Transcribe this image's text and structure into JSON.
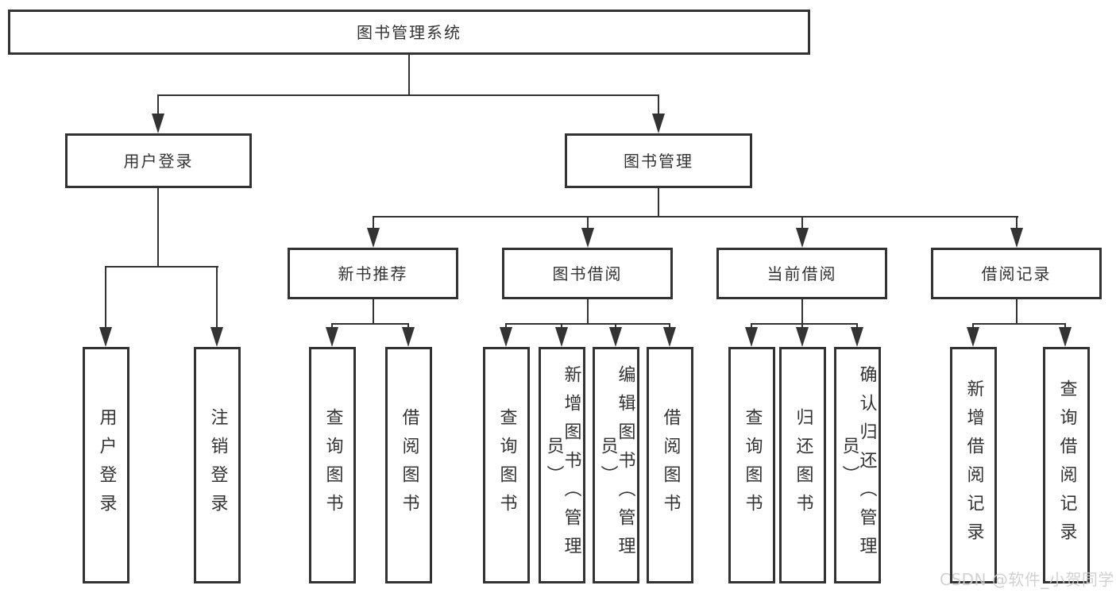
{
  "tree": {
    "root": {
      "label": "图书管理系统"
    },
    "branches": [
      {
        "label": "用户登录",
        "children": [
          "用户登录",
          "注销登录"
        ]
      },
      {
        "label": "图书管理",
        "groups": [
          {
            "label": "新书推荐",
            "children": [
              "查询图书",
              "借阅图书"
            ]
          },
          {
            "label": "图书借阅",
            "children": [
              "查询图书",
              "新增图书（管理员）",
              "编辑图书（管理员）",
              "借阅图书"
            ]
          },
          {
            "label": "当前借阅",
            "children": [
              "查询图书",
              "归还图书",
              "确认归还（管理员）"
            ]
          },
          {
            "label": "借阅记录",
            "children": [
              "新增借阅记录",
              "查询借阅记录"
            ]
          }
        ]
      }
    ]
  },
  "watermark": {
    "text": "CSDN @软件_小贺同学"
  },
  "colors": {
    "line": "#333333",
    "box_border": "#333333",
    "box_fill": "#ffffff",
    "text": "#333333",
    "watermark": "#cdcdcd",
    "background": "#ffffff"
  }
}
